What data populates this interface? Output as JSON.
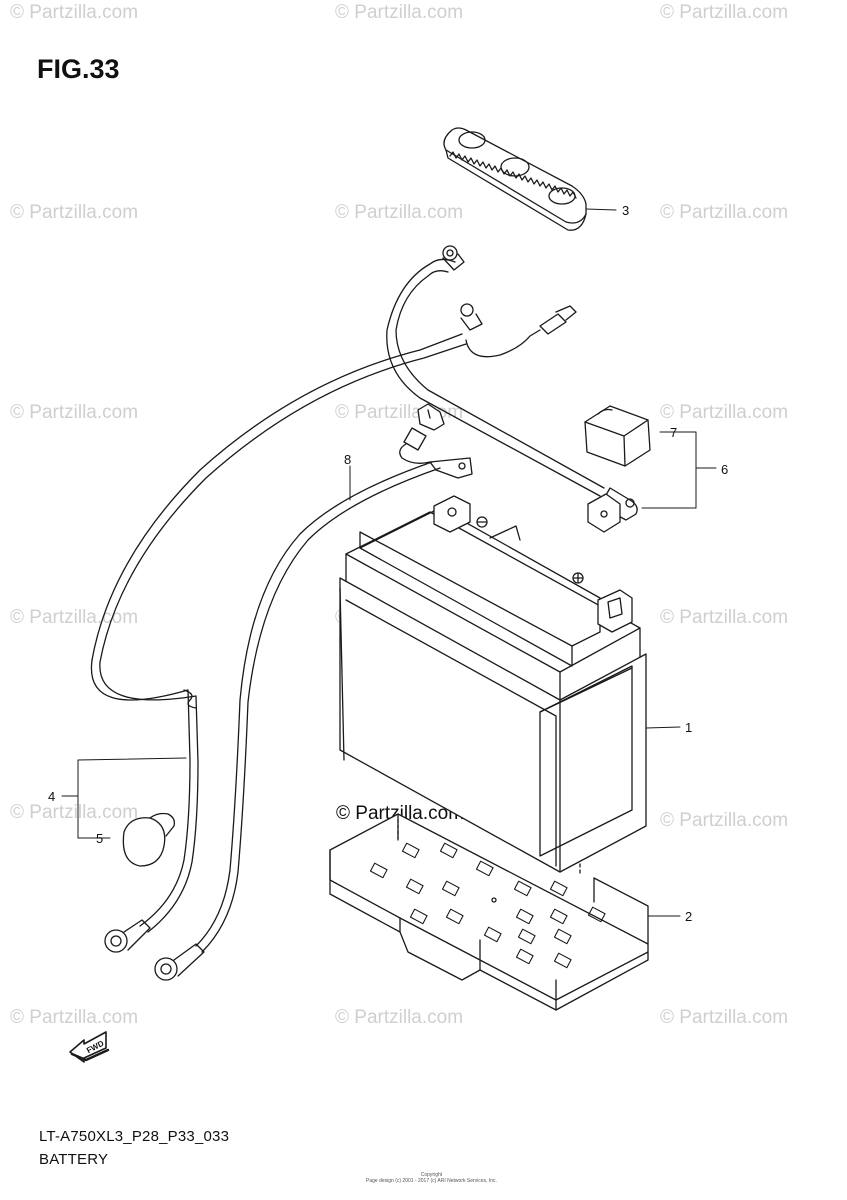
{
  "figure": {
    "title": "FIG.33",
    "model_code": "LT-A750XL3_P28_P33_033",
    "section_name": "BATTERY"
  },
  "watermark": {
    "text": "© Partzilla.com"
  },
  "center_watermark": "© Partzilla.com",
  "small_copyright": {
    "line1": "Copyright",
    "line2": "Page design (c) 2001 - 2017 (c) ARI Network Services, Inc."
  },
  "direction_badge": "FWD",
  "callouts": {
    "battery": "1",
    "battery_tray": "2",
    "battery_band": "3",
    "negative_cable_assembly": "4",
    "terminal_cover": "5",
    "positive_cable_assembly": "6",
    "positive_terminal_cover": "7",
    "lead_wire": "8"
  },
  "colors": {
    "line": "#1a1a1a",
    "watermark": "#cfcfcf"
  }
}
